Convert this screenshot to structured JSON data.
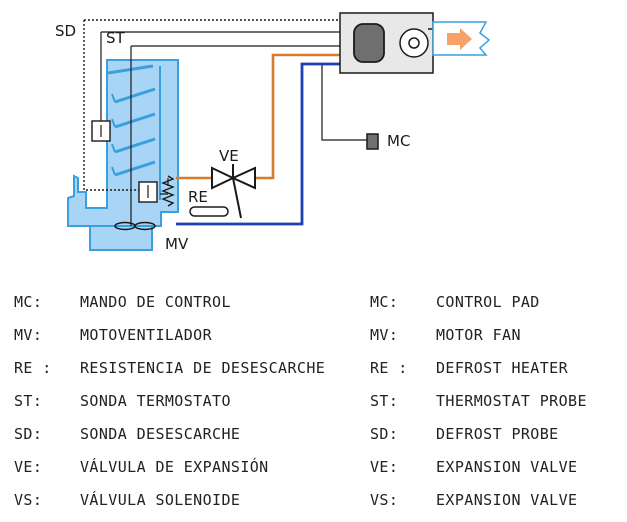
{
  "diagram_labels": {
    "sd": "SD",
    "st": "ST",
    "ve": "VE",
    "re": "RE",
    "mc": "MC",
    "mv": "MV"
  },
  "colors": {
    "evaporator": "#a8d4f5",
    "evaporator_stroke": "#3aa0dd",
    "liquid_line": "#d77a2d",
    "suction_line": "#1f3fae",
    "unit_fill": "#e8e8e8",
    "arrow": "#f7a26a"
  },
  "legend": {
    "left": [
      {
        "code": "MC:",
        "text": "MANDO DE CONTROL"
      },
      {
        "code": "MV:",
        "text": "MOTOVENTILADOR"
      },
      {
        "code": "RE :",
        "text": "RESISTENCIA DE DESESCARCHE"
      },
      {
        "code": "ST:",
        "text": "SONDA TERMOSTATO"
      },
      {
        "code": "SD:",
        "text": "SONDA DESESCARCHE"
      },
      {
        "code": "VE:",
        "text": "VÁLVULA DE EXPANSIÓN"
      },
      {
        "code": "VS:",
        "text": "VÁLVULA SOLENOIDE"
      }
    ],
    "right": [
      {
        "code": "MC:",
        "text": "CONTROL PAD"
      },
      {
        "code": "MV:",
        "text": "MOTOR FAN"
      },
      {
        "code": "RE :",
        "text": "DEFROST HEATER"
      },
      {
        "code": "ST:",
        "text": "THERMOSTAT PROBE"
      },
      {
        "code": "SD:",
        "text": "DEFROST PROBE"
      },
      {
        "code": "VE:",
        "text": "EXPANSION VALVE"
      },
      {
        "code": "VS:",
        "text": "EXPANSION VALVE"
      }
    ]
  }
}
